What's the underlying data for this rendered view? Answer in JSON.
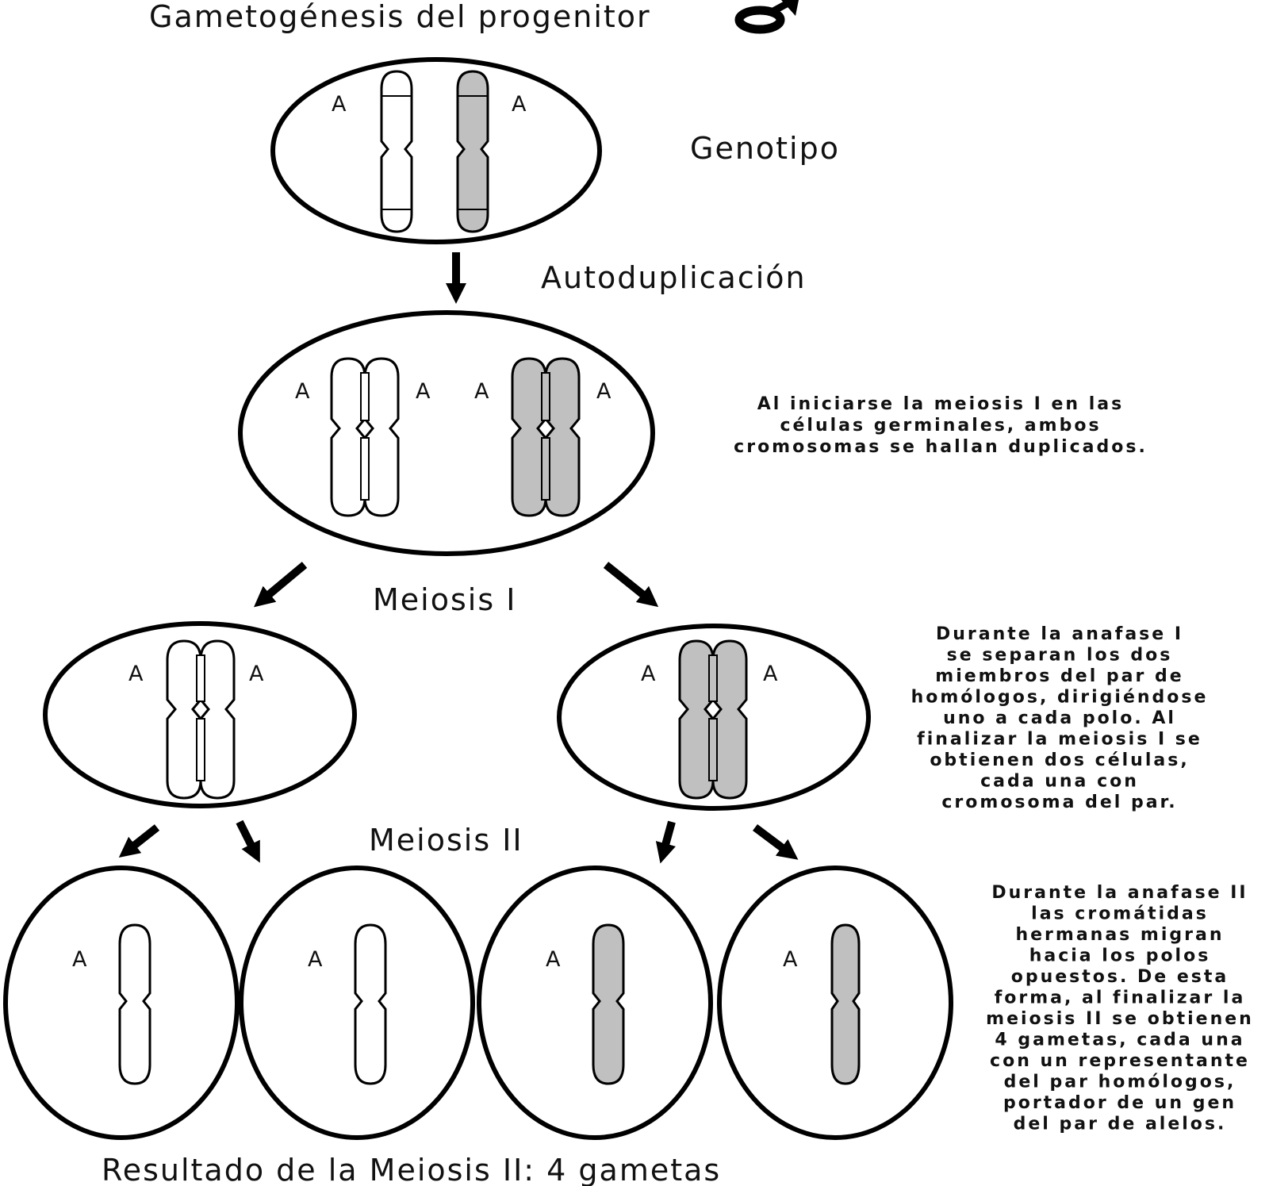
{
  "diagram": {
    "title": "Gametogénesis del progenitor",
    "male_symbol": "♂",
    "stages": {
      "genotype": "Genotipo",
      "autoduplication": "Autoduplicación",
      "meiosis1": "Meiosis I",
      "meiosis2": "Meiosis II",
      "result": "Resultado de la Meiosis II: 4 gametas"
    },
    "allele": "A",
    "notes": {
      "meiosis_start": [
        "Al iniciarse la meiosis I en las",
        "células germinales, ambos",
        "cromosomas se hallan duplicados."
      ],
      "anaphase1": [
        "Durante la anafase I",
        "se separan los dos",
        "miembros del par de",
        "homólogos, dirigiéndose",
        "uno a cada polo. Al",
        "finalizar la meiosis I se",
        "obtienen dos células,",
        "cada una con",
        "cromosoma del par."
      ],
      "anaphase2": [
        "Durante la anafase II",
        "las cromátidas",
        "hermanas migran",
        "hacia los polos",
        "opuestos. De esta",
        "forma, al finalizar la",
        "meiosis II se obtienen",
        "4 gametas, cada una",
        "con un representante",
        "del par homólogos,",
        "portador de un gen",
        "del par de alelos."
      ]
    },
    "colors": {
      "outline": "#000000",
      "white_chromosome": "#ffffff",
      "gray_chromosome": "#c0c0c0"
    }
  }
}
